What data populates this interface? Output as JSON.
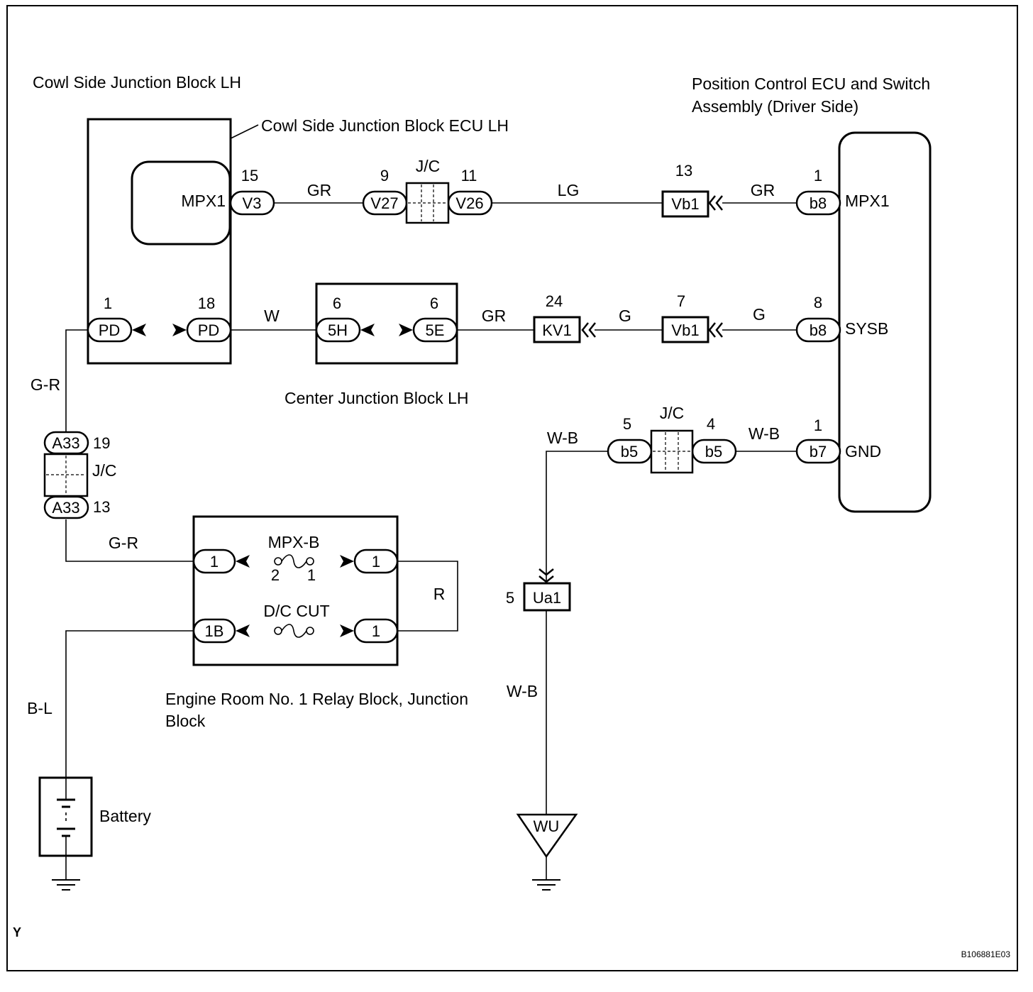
{
  "components": {
    "cowl_block": "Cowl Side Junction Block LH",
    "cowl_ecu": "Cowl Side Junction Block ECU LH",
    "position_ecu_line1": "Position Control ECU and Switch",
    "position_ecu_line2": "Assembly (Driver Side)",
    "center_block": "Center Junction Block LH",
    "engine_block_line1": "Engine Room No. 1 Relay Block, Junction",
    "engine_block_line2": "Block",
    "battery": "Battery"
  },
  "terminals": {
    "cowl_mpx1": "MPX1",
    "ecu_mpx1": "MPX1",
    "ecu_sysb": "SYSB",
    "ecu_gnd": "GND"
  },
  "fuses": {
    "mpx_b": "MPX-B",
    "dc_cut": "D/C CUT",
    "mpx_b_pin_left": "2",
    "mpx_b_pin_right": "1"
  },
  "connectors": {
    "v3": "V3",
    "v27": "V27",
    "v26": "V26",
    "vb1_top": "Vb1",
    "b8_top": "b8",
    "pd_left": "PD",
    "pd_right": "PD",
    "h5": "5H",
    "e5": "5E",
    "kv1": "KV1",
    "vb1_mid": "Vb1",
    "b8_mid": "b8",
    "a33_top": "A33",
    "a33_bottom": "A33",
    "b5_left": "b5",
    "b5_right": "b5",
    "b7": "b7",
    "eng_1_top_left": "1",
    "eng_1_top_right": "1",
    "eng_1b": "1B",
    "eng_1_bottom_right": "1",
    "ua1": "Ua1",
    "wu": "WU"
  },
  "junction_connectors": {
    "jc_top": "J/C",
    "jc_left": "J/C",
    "jc_right": "J/C"
  },
  "pins": {
    "v3": "15",
    "v27": "9",
    "v26": "11",
    "vb1_top": "13",
    "b8_top": "1",
    "pd_left": "1",
    "pd_right": "18",
    "h5": "6",
    "e5": "6",
    "kv1": "24",
    "vb1_mid": "7",
    "b8_mid": "8",
    "a33_top": "19",
    "a33_bottom": "13",
    "b5_left": "5",
    "b5_right": "4",
    "b7": "1",
    "ua1": "5"
  },
  "wires": {
    "gr_1": "GR",
    "lg": "LG",
    "gr_2": "GR",
    "w": "W",
    "gr_3": "GR",
    "g_1": "G",
    "g_2": "G",
    "g_r_1": "G-R",
    "g_r_2": "G-R",
    "r": "R",
    "b_l": "B-L",
    "w_b_1": "W-B",
    "w_b_2": "W-B",
    "w_b_3": "W-B"
  },
  "corner_left": "Y",
  "figure_id": "B106881E03"
}
